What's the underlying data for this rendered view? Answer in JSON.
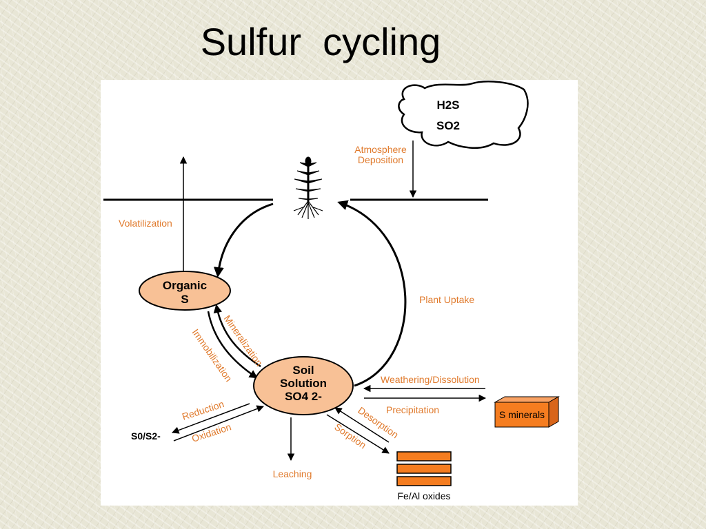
{
  "slide": {
    "title": "Sulfur  cycling"
  },
  "diagram": {
    "cloud": {
      "gas1": "H2S",
      "gas2": "SO2"
    },
    "atmosphere_deposition": {
      "line1": "Atmosphere",
      "line2": "Deposition"
    },
    "volatilization": "Volatilization",
    "organic_s": {
      "line1": "Organic",
      "line2": "S"
    },
    "plant_uptake": "Plant Uptake",
    "mineralization": "Mineralization",
    "immobilization": "Immobilization",
    "soil_solution": {
      "line1": "Soil",
      "line2": "Solution",
      "line3": "SO4 2-"
    },
    "weathering_dissolution": "Weathering/Dissolution",
    "precipitation": "Precipitation",
    "s_minerals": "S minerals",
    "reduction": "Reduction",
    "oxidation": "Oxidation",
    "reduced_sulfur": "S0/S2-",
    "desorption": "Desorption",
    "sorption": "Sorption",
    "leaching": "Leaching",
    "fe_al_oxides": "Fe/Al oxides"
  },
  "colors": {
    "label_orange": "#e07a2c",
    "node_fill": "#f8c196",
    "box_orange": "#f57d20",
    "background": "#e8e6d6"
  }
}
